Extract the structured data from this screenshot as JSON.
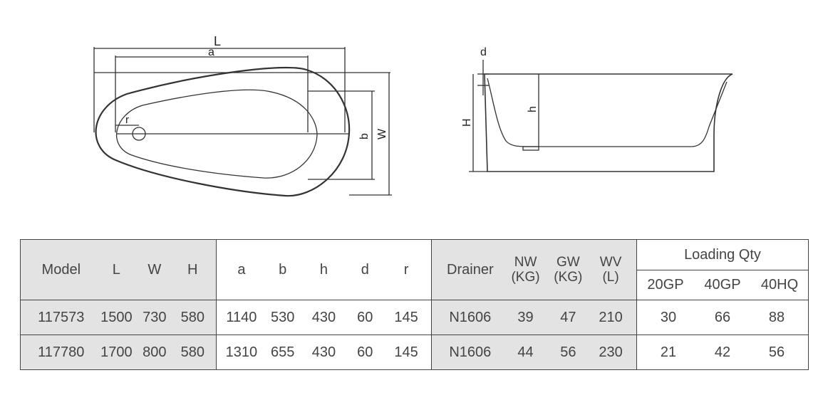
{
  "drawing_labels": {
    "L": "L",
    "a": "a",
    "r": "r",
    "b": "b",
    "W": "W",
    "d": "d",
    "h": "h",
    "H": "H"
  },
  "table": {
    "header": {
      "model": "Model",
      "L": "L",
      "W": "W",
      "H": "H",
      "a": "a",
      "b": "b",
      "h": "h",
      "d": "d",
      "r": "r",
      "drainer": "Drainer",
      "nw": "NW",
      "nw_unit": "(KG)",
      "gw": "GW",
      "gw_unit": "(KG)",
      "wv": "WV",
      "wv_unit": "(L)",
      "loading": "Loading Qty",
      "gp20": "20GP",
      "gp40": "40GP",
      "hq40": "40HQ"
    },
    "rows": [
      {
        "model": "117573",
        "L": "1500",
        "W": "730",
        "H": "580",
        "a": "1140",
        "b": "530",
        "h": "430",
        "d": "60",
        "r": "145",
        "drainer": "N1606",
        "nw": "39",
        "gw": "47",
        "wv": "210",
        "gp20": "30",
        "gp40": "66",
        "hq40": "88"
      },
      {
        "model": "117780",
        "L": "1700",
        "W": "800",
        "H": "580",
        "a": "1310",
        "b": "655",
        "h": "430",
        "d": "60",
        "r": "145",
        "drainer": "N1606",
        "nw": "44",
        "gw": "56",
        "wv": "230",
        "gp20": "21",
        "gp40": "42",
        "hq40": "56"
      }
    ]
  }
}
